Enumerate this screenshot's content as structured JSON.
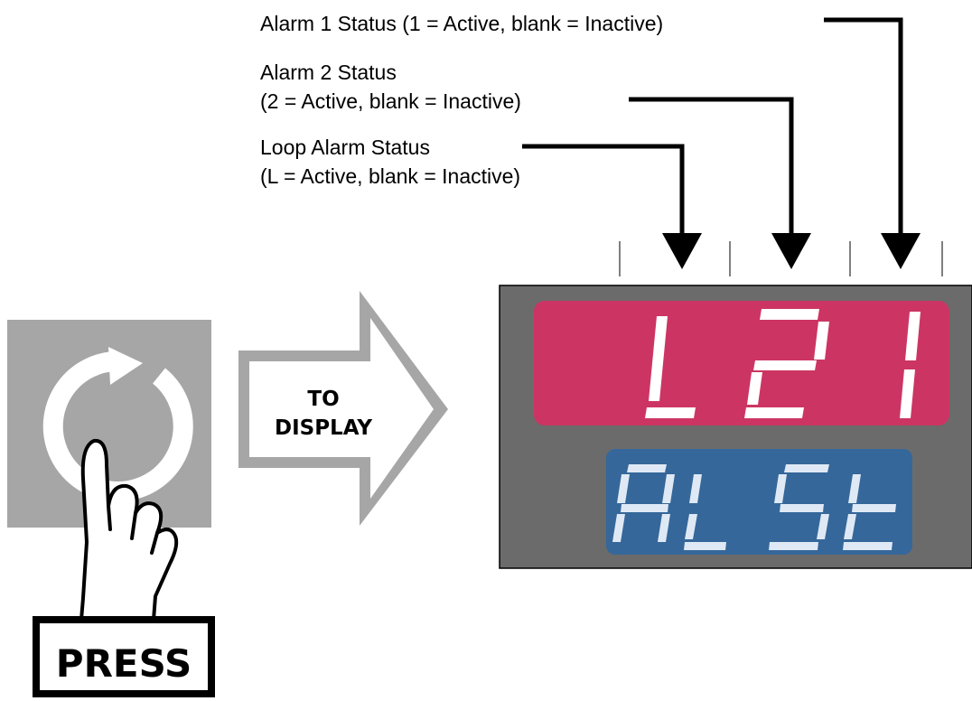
{
  "callouts": {
    "alarm1": "Alarm 1 Status (1 = Active, blank = Inactive)",
    "alarm2_line1": "Alarm 2 Status",
    "alarm2_line2": "(2 = Active, blank = Inactive)",
    "loop_line1": "Loop Alarm Status",
    "loop_line2": "(L = Active, blank = Inactive)"
  },
  "arrow_label": {
    "line1": "TO",
    "line2": "DISPLAY"
  },
  "button": {
    "press_label": "PRESS",
    "icon": "refresh-cycle-icon"
  },
  "display": {
    "top_value": "L21",
    "bottom_value": "ALSt",
    "colors": {
      "bezel": "#6b6b6b",
      "top_window": "#cc3563",
      "bottom_window": "#35679a"
    }
  },
  "colors": {
    "button_face": "#a6a6a6",
    "arrow_gray": "#a6a6a6"
  }
}
